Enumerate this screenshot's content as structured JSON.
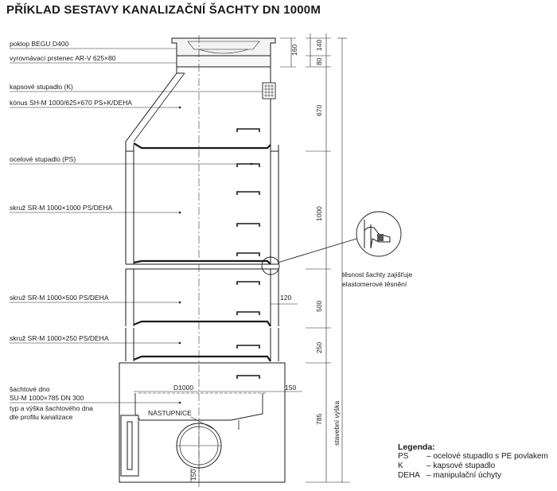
{
  "title": "PŘÍKLAD SESTAVY KANALIZAČNÍ ŠACHTY DN 1000M",
  "labels": {
    "poklop": "poklop BEGU D400",
    "prstenec": "vyrovnávací prstenec AR-V 625×80",
    "kapsove": "kapsové stupadlo (K)",
    "konus": "kónus SH-M 1000/625×670 PS+K/DEHA",
    "ocelove": "ocelové stupadlo (PS)",
    "skruz1000": "skruž SR-M 1000×1000 PS/DEHA",
    "skruz500": "skruž SR-M 1000×500 PS/DEHA",
    "skruz250": "skruž SR-M 1000×250 PS/DEHA",
    "dno1": "šachtové dno",
    "dno2": "SU-M 1000×785 DN 300",
    "dno3": "typ a výška šachtového dna",
    "dno4": "dle profilu kanalizace",
    "tesnost1": "těsnost šachty zajišťuje",
    "tesnost2": "elastomerové těsnění",
    "nastupnice": "NÁSTUPNICE",
    "d1000": "D1000",
    "stav": "stavební výška"
  },
  "dimensions": {
    "d160": "160",
    "d140": "140",
    "d80": "80",
    "d670": "670",
    "d1000": "1000",
    "d500": "500",
    "d250": "250",
    "d785": "785",
    "d120": "120",
    "d150": "150",
    "d150b": "150"
  },
  "legend": {
    "title": "Legenda:",
    "items": [
      {
        "key": "PS",
        "desc": "– ocelové stupadlo s PE povlakem"
      },
      {
        "key": "K",
        "desc": "– kapsové stupadlo"
      },
      {
        "key": "DEHA",
        "desc": "– manipulační úchyty"
      }
    ]
  }
}
